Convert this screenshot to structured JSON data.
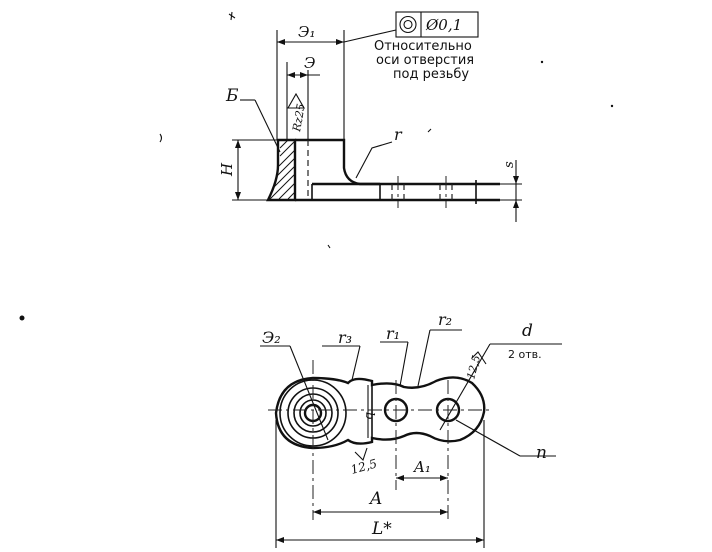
{
  "tolerance_frame": {
    "symbol_name": "concentricity-symbol",
    "value": "Ø0,1"
  },
  "note_lines": [
    "Относительно",
    "оси отверстия",
    "под резьбу"
  ],
  "labels": {
    "e1": "Э₁",
    "e": "Э",
    "b": "Б",
    "h": "H",
    "roughness": "Rz25",
    "r": "r",
    "s": "s",
    "e2": "Э₂",
    "r3": "r₃",
    "r1": "r₁",
    "r2": "r₂",
    "d": "d",
    "holes_count": "2 отв.",
    "roughness_small_right": "12,5",
    "b_small": "b",
    "roughness_small_bottom": "12,5",
    "a1": "A₁",
    "n": "n",
    "a": "A",
    "l_star": "L*"
  }
}
